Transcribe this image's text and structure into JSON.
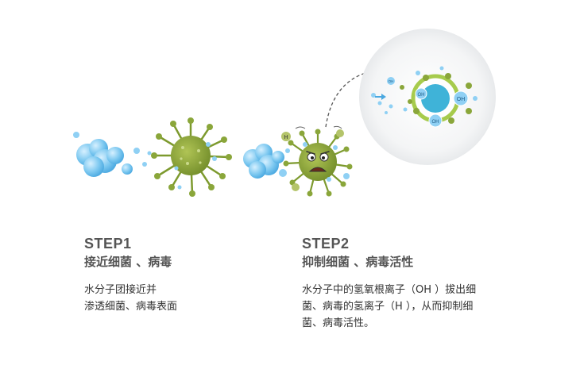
{
  "steps": [
    {
      "label": "STEP1",
      "title": "接近细菌 、病毒",
      "desc_lines": [
        "水分子团接近并",
        "渗透细菌、病毒表面"
      ]
    },
    {
      "label": "STEP2",
      "title": "抑制细菌 、病毒活性",
      "desc_lines": [
        "水分子中的氢氧根离子（OH ）拔出细",
        "菌、病毒的氢离子（H ），从而抑制细",
        "菌、病毒活性。"
      ]
    }
  ],
  "illustration": {
    "ion_oh": "OH",
    "ion_h": "H"
  },
  "colors": {
    "water_blue": "#5ab8ea",
    "virus_green": "#8aa63a",
    "virus_dark": "#6b8424",
    "text": "#333333"
  }
}
